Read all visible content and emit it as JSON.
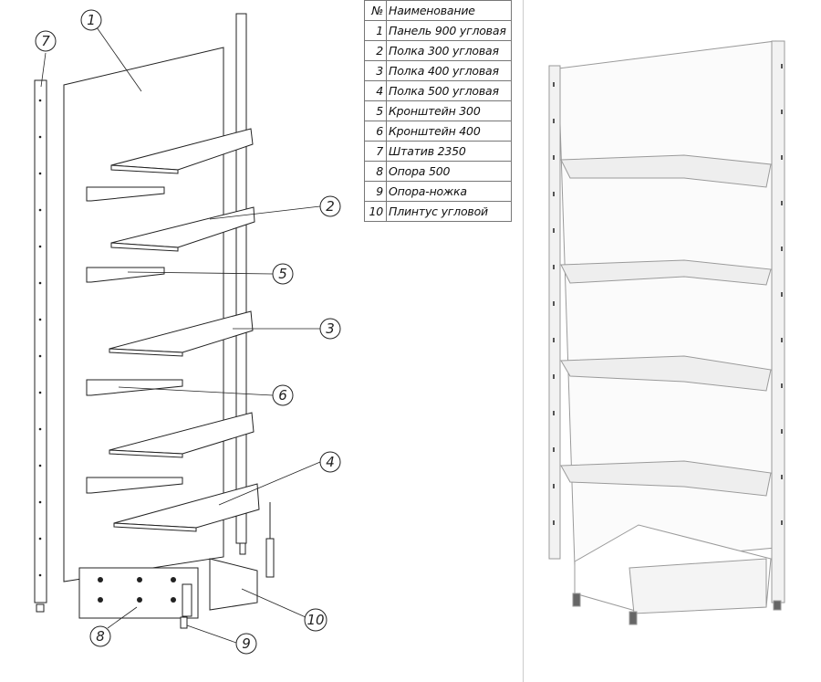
{
  "table": {
    "header": {
      "number": "№",
      "name": "Наименование"
    },
    "rows": [
      {
        "number": "1",
        "name": "Панель 900 угловая"
      },
      {
        "number": "2",
        "name": "Полка 300 угловая"
      },
      {
        "number": "3",
        "name": "Полка 400 угловая"
      },
      {
        "number": "4",
        "name": "Полка 500 угловая"
      },
      {
        "number": "5",
        "name": "Кронштейн 300"
      },
      {
        "number": "6",
        "name": "Кронштейн 400"
      },
      {
        "number": "7",
        "name": "Штатив 2350"
      },
      {
        "number": "8",
        "name": "Опора 500"
      },
      {
        "number": "9",
        "name": "Опора-ножка"
      },
      {
        "number": "10",
        "name": "Плинтус угловой"
      }
    ]
  },
  "callouts": {
    "c1": "1",
    "c2": "2",
    "c3": "3",
    "c4": "4",
    "c5": "5",
    "c6": "6",
    "c7": "7",
    "c8": "8",
    "c9": "9",
    "c10": "10"
  },
  "colors": {
    "line": "#222222",
    "photo_outline": "#9a9a9a"
  }
}
